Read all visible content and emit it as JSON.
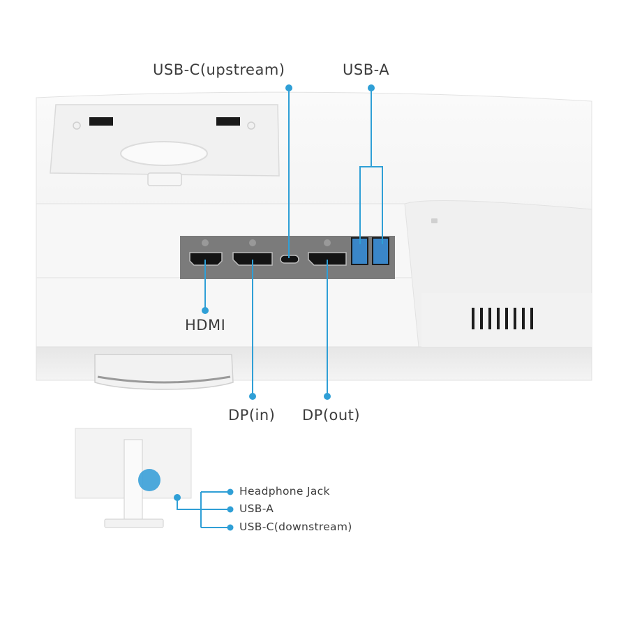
{
  "callouts": {
    "usb_c_upstream": "USB-C(upstream)",
    "usb_a_top": "USB-A",
    "hdmi": "HDMI",
    "dp_in": "DP(in)",
    "dp_out": "DP(out)"
  },
  "side_ports": {
    "headphone_jack": "Headphone Jack",
    "usb_a": "USB-A",
    "usb_c_downstream": "USB-C(downstream)"
  },
  "colors": {
    "callout_line": "#2f9fd6",
    "port_panel": "#7b7b7b",
    "monitor_body": "#f4f4f4",
    "usb_a_blue": "#3a86c8"
  }
}
